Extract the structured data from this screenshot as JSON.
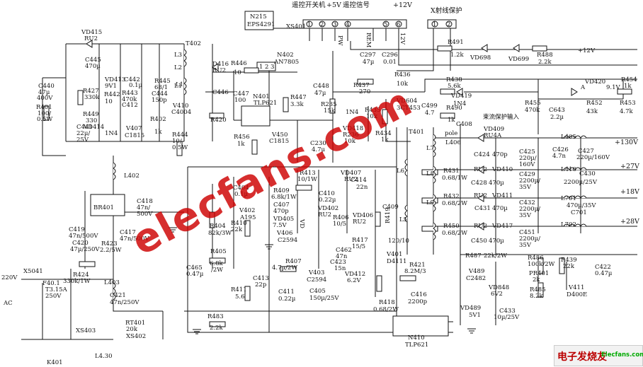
{
  "header": {
    "remote_switch": "遥控开关机",
    "plus5v": "+5V",
    "remote_signal": "遥控信号",
    "plus12v": "+12V",
    "xray_protect": "X射线保护"
  },
  "connector": {
    "name": "XS401",
    "pins": [
      "1",
      "2",
      "3",
      "4",
      "5",
      "6"
    ],
    "pin_labels": [
      "PW",
      "REM",
      "12V"
    ]
  },
  "xray_connector": {
    "pins": [
      "1",
      "2"
    ]
  },
  "ic": {
    "n215": "N215",
    "eps4291": "EPS4291",
    "n402": "N402",
    "an7805": "AN7805",
    "n402_pins": [
      "1",
      "2",
      "3"
    ],
    "n401": "N401",
    "tlp621_a": "TLP621",
    "n410": "N410",
    "tlp621_b": "TLP621"
  },
  "labels": {
    "r491": "R491",
    "r491v": "1.2k",
    "vd698": "VD698",
    "vd699": "VD699",
    "r488": "R488",
    "r488v": "2.2k",
    "out12v": "+12V",
    "c297": "C297",
    "c297v": "47µ",
    "c296": "C296",
    "c296v": "0.01",
    "r436": "R436",
    "r436v": "10k",
    "r438": "R438",
    "r438v": "5.6k",
    "vd419": "VD419",
    "vd419v": "1N4",
    "r437": "R437",
    "r437v": "270",
    "vd420": "VD420",
    "r454": "R454",
    "r454v": "1k",
    "a": "A",
    "z91": "9.1V",
    "vd604": "VD604",
    "vd604v": "3CT453",
    "c499": "C499",
    "c499v": "4.7",
    "r490": "R490",
    "r490v": "1k",
    "beam": "束流保护输入",
    "r455": "R455",
    "r455v": "470k",
    "c643": "C643",
    "c643v": "2.2µ",
    "r452": "R452",
    "r452v": "43k",
    "r453": "R453",
    "r453v": "4.7k",
    "t402": "T402",
    "l1": "L1",
    "l2": "L2",
    "l3": "L3",
    "vd415": "VD415",
    "ru2": "RU2",
    "c445": "C445",
    "c445v": "470µ",
    "c440": "C440",
    "c440v1": "47µ",
    "c440v2": "400V",
    "vd413": "VD413",
    "c442": "C442",
    "c442v": "0.1µ",
    "z9v1": "9V1",
    "r427": "R427",
    "r427v": "330k",
    "r442": "R442",
    "r442v": "10",
    "r443": "R443",
    "r443v": "470k",
    "c412": "C412",
    "r445": "R445",
    "r445v": "68/1",
    "c444": "C444",
    "c444v": "150p",
    "l1b": "L1",
    "d416": "D416",
    "ru2b": "RU2",
    "r446": "R446",
    "r446v": "10",
    "c447": "C447",
    "c447v": "100",
    "c446": "C446",
    "r447": "R447",
    "r447v": "3.3k",
    "c448": "C448",
    "c448v": "47µ",
    "v410": "V410",
    "c4004": "C4004",
    "r401": "R401",
    "r401v1": "100/",
    "r401v2": "0.5W",
    "r449": "R449",
    "r449v": "330",
    "vd414": "VD414",
    "vd414v": "1N4",
    "c441": "C441",
    "c441v1": "22µ/",
    "c441v2": "25V",
    "v407": "V407",
    "c1815": "C1815",
    "r402": "R402",
    "r402v": "1k",
    "r444": "R444",
    "r444v1": "10/",
    "r444v2": "0.5W",
    "r420": "R420",
    "r456": "R456",
    "r456v": "1k",
    "v450": "V450",
    "c1815b": "C1815",
    "r235": "R235",
    "r235v": "15k",
    "in4": "1N4",
    "vd418": "VD418",
    "r236": "R236",
    "r236v": "10k",
    "r435": "R435",
    "r435v": "10k",
    "c230": "C230",
    "c230v": "4.7µ",
    "r434": "R434",
    "r434v": "1k",
    "t401": "T401",
    "l7": "L7",
    "l6": "L6",
    "l8": "L8",
    "l9": "L9",
    "l5": "L5",
    "pole": "pole",
    "c408": "C408",
    "vd409": "VD409",
    "ru4a": "RU4A",
    "l406": "L406",
    "l405": "L405",
    "c424": "C424",
    "c424v": "470p",
    "c425": "C425",
    "c425v1": "220µ/",
    "c425v2": "160V",
    "c426": "C426",
    "c426v": "4.7n",
    "c427": "C427",
    "c427v": "220µ/160V",
    "out130": "+130V",
    "r431": "R431",
    "r431v": "0.68/1W",
    "vd410": "VD410",
    "c429": "C429",
    "c429v1": "2200µ/",
    "c429v2": "35V",
    "l410": "L410",
    "c430": "C430",
    "c430v": "2200µ/25V",
    "out27": "+27V",
    "r432": "R432",
    "r432v": "0.68/2W",
    "c428": "C428",
    "c428v": "470µ",
    "vd411": "VD411",
    "c431": "C431",
    "c431v": "470µ",
    "c432": "C432",
    "c432v1": "2200µ/",
    "c432v2": "35V",
    "l701": "L701",
    "c701v": "470µ/35V",
    "c701": "C701",
    "out18": "+18V",
    "r450": "R450",
    "r450v": "0.68/2W",
    "vd417": "VD417",
    "c450": "C450",
    "c450v": "470µ",
    "c451": "C451",
    "c451v1": "2200µ/",
    "c451v2": "35V",
    "l702": "L702",
    "out28": "+28V",
    "l402": "L402",
    "br401": "BR401",
    "c418": "C418",
    "c418v1": "47n/",
    "c418v2": "500V",
    "c417": "C417",
    "c417v": "47n/500V",
    "c419": "C419",
    "c419v": "47n/500V",
    "c420": "C420",
    "c420v": "47µ/250V",
    "r423": "R423",
    "r423v": "2.2/5W",
    "r424": "R424",
    "r424v": "330k/1W",
    "l403": "L403",
    "c421": "C421",
    "c421v": "47n/250V",
    "v220": "220V",
    "ac": "AC",
    "x5041": "X5041",
    "f401": "F40.1",
    "f401v": "T3.15A",
    "f401v2": "250V",
    "rt401": "RT401",
    "rt401v": "20k",
    "xs403": "XS403",
    "xs402": "XS402",
    "k401": "K401",
    "l430": "L4.30",
    "r413": "R413",
    "r413v": "10/1W",
    "vd407": "VD407",
    "ru2c": "RU2",
    "c404": "C404",
    "c404v": "0.1µ",
    "r409": "R409",
    "r409v": "6.8k/1W",
    "c410": "C410",
    "c410v": "0.22µ",
    "c407": "C407",
    "c407v": "470p",
    "v402": "V402",
    "a195": "A195",
    "vd405": "VD405",
    "vd405v": "7.5V",
    "vd": "VD",
    "vd402": "VD402",
    "ru2d": "RU2",
    "r406": "R406",
    "r406v": "10/5",
    "vd406": "VD406",
    "ru2e": "RU2",
    "r404": "R404",
    "r404v": "82k/3W",
    "r410": "R410",
    "r410v": "22k",
    "v406": "V406",
    "c2594": "C2594",
    "c414": "C414",
    "c414v": "22n",
    "c409": "C409",
    "r419": "R419",
    "r417": "R417",
    "r417v": "15/5",
    "c462": "C462",
    "c462v": "47n",
    "v120": "120/10",
    "v401": "V401",
    "d4111": "D4111",
    "c465": "C465",
    "c465v": "0.47µ",
    "r405": "R405",
    "r405v1": "6.8k",
    "r405v2": "/2W",
    "r407": "R407",
    "r407v": "4.7µ/2W",
    "c423": "C423",
    "c423v": "15n",
    "vd412": "VD412",
    "vd412v": "6.2V",
    "r421": "R421",
    "r421v": "8.2M/3",
    "c413": "C413",
    "c413v": "22p",
    "v403": "V403",
    "c2594b": "C2594",
    "r411": "R411",
    "r411v": "5.6",
    "c411": "C411",
    "c411v": "0.22µ",
    "c405": "C405",
    "c405v": "150µ/25V",
    "c416": "C416",
    "c416v": "2200p",
    "r418": "R418",
    "r418v": "0.68/2W",
    "r483": "R483",
    "r483v": "2.2k",
    "r487": "R487",
    "r487v": "22k/2W",
    "r486": "R486",
    "r486v": "100k/2W",
    "r439": "R439",
    "r439v": "22k",
    "c422": "C422",
    "c422v": "0.47µ",
    "v489": "V489",
    "c2482": "C2482",
    "pr401": "PR401",
    "pr401v": "2k",
    "vd848": "VD848",
    "vd848v": "6V2",
    "r485": "R485",
    "r485v": "8.2k",
    "v411": "V411",
    "d400e": "D400E",
    "vd489": "VD489",
    "vd489v": "5V1",
    "c433": "C433",
    "c433v": "10µ/25V"
  },
  "watermark": "elecfans.com",
  "brand": {
    "cn": "电子发烧友",
    "en": "Elecfans.com"
  }
}
